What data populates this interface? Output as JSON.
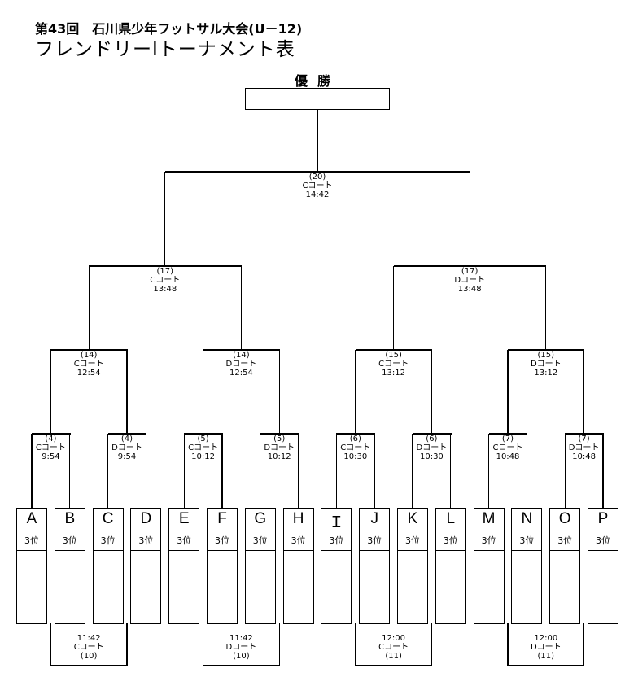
{
  "header": {
    "title_line1": "第43回　石川県少年フットサル大会(U－12)",
    "title_line2": "フレンドリーⅠトーナメント表"
  },
  "winner": {
    "label": "優勝",
    "value": ""
  },
  "teams": [
    {
      "letter": "A",
      "rank": "3位",
      "name": ""
    },
    {
      "letter": "B",
      "rank": "3位",
      "name": ""
    },
    {
      "letter": "C",
      "rank": "3位",
      "name": ""
    },
    {
      "letter": "D",
      "rank": "3位",
      "name": ""
    },
    {
      "letter": "E",
      "rank": "3位",
      "name": ""
    },
    {
      "letter": "F",
      "rank": "3位",
      "name": ""
    },
    {
      "letter": "G",
      "rank": "3位",
      "name": ""
    },
    {
      "letter": "H",
      "rank": "3位",
      "name": ""
    },
    {
      "letter": "Ｉ",
      "rank": "3位",
      "name": ""
    },
    {
      "letter": "J",
      "rank": "3位",
      "name": ""
    },
    {
      "letter": "K",
      "rank": "3位",
      "name": ""
    },
    {
      "letter": "L",
      "rank": "3位",
      "name": ""
    },
    {
      "letter": "M",
      "rank": "3位",
      "name": ""
    },
    {
      "letter": "N",
      "rank": "3位",
      "name": ""
    },
    {
      "letter": "O",
      "rank": "3位",
      "name": ""
    },
    {
      "letter": "P",
      "rank": "3位",
      "name": ""
    }
  ],
  "round1": [
    {
      "no": "(4)",
      "court": "Cコート",
      "time": "9:54"
    },
    {
      "no": "(4)",
      "court": "Dコート",
      "time": "9:54"
    },
    {
      "no": "(5)",
      "court": "Cコート",
      "time": "10:12"
    },
    {
      "no": "(5)",
      "court": "Dコート",
      "time": "10:12"
    },
    {
      "no": "(6)",
      "court": "Cコート",
      "time": "10:30"
    },
    {
      "no": "(6)",
      "court": "Dコート",
      "time": "10:30"
    },
    {
      "no": "(7)",
      "court": "Cコート",
      "time": "10:48"
    },
    {
      "no": "(7)",
      "court": "Dコート",
      "time": "10:48"
    }
  ],
  "round2": [
    {
      "no": "(14)",
      "court": "Cコート",
      "time": "12:54"
    },
    {
      "no": "(14)",
      "court": "Dコート",
      "time": "12:54"
    },
    {
      "no": "(15)",
      "court": "Cコート",
      "time": "13:12"
    },
    {
      "no": "(15)",
      "court": "Dコート",
      "time": "13:12"
    }
  ],
  "round3": [
    {
      "no": "(17)",
      "court": "Cコート",
      "time": "13:48"
    },
    {
      "no": "(17)",
      "court": "Dコート",
      "time": "13:48"
    }
  ],
  "final": {
    "no": "(20)",
    "court": "Cコート",
    "time": "14:42"
  },
  "consolation": [
    {
      "time": "11:42",
      "court": "Cコート",
      "no": "(10)"
    },
    {
      "time": "11:42",
      "court": "Dコート",
      "no": "(10)"
    },
    {
      "time": "12:00",
      "court": "Cコート",
      "no": "(11)"
    },
    {
      "time": "12:00",
      "court": "Dコート",
      "no": "(11)"
    }
  ]
}
